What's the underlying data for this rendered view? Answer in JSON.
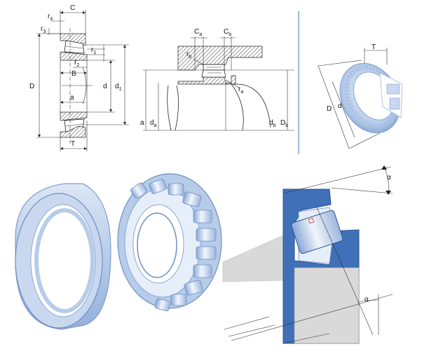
{
  "section_dimensions": {
    "c": "C",
    "r4": "r",
    "r4_sub": "4",
    "r3": "r",
    "r3_sub": "3",
    "r1": "r",
    "r1_sub": "1",
    "r2": "r",
    "r2_sub": "2",
    "b": "B",
    "a": "a",
    "d_outer": "D",
    "d_inner": "d",
    "d1": "d",
    "d1_sub": "1",
    "t": "T"
  },
  "mounting_dimensions": {
    "ca": "C",
    "ca_sub": "a",
    "cb": "C",
    "cb_sub": "b",
    "rb": "r",
    "rb_sub": "b",
    "ra": "r",
    "ra_sub": "a",
    "left_partial": "a",
    "da": "d",
    "da_sub": "a",
    "db": "d",
    "db_sub": "b",
    "db_outer": "D",
    "db_outer_sub": "b"
  },
  "iso_view": {
    "t": "T",
    "d_outer": "D",
    "d_inner": "d"
  },
  "contact_angle": {
    "alpha_top": "α",
    "alpha_bottom": "α"
  },
  "colors": {
    "ring_blue": "#aec6e6",
    "ring_dark": "#6d8fc2",
    "housing_blue": "#3f70b8",
    "line": "#222222"
  }
}
